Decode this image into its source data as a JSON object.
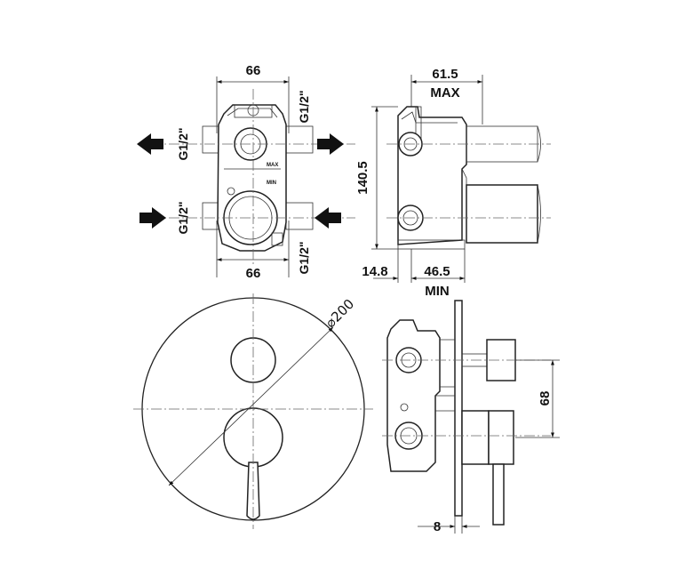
{
  "front_view": {
    "width_top": "66",
    "width_bottom": "66",
    "thread_top_left": "G1/2\"",
    "thread_top_right": "G1/2\"",
    "thread_bottom_left": "G1/2\"",
    "thread_bottom_right": "G1/2\"",
    "mark_max": "MAX",
    "mark_min": "MIN"
  },
  "side_view": {
    "depth_max_value": "61.5",
    "depth_max_label": "MAX",
    "height": "140.5",
    "offset": "14.8",
    "depth_min_value": "46.5",
    "depth_min_label": "MIN"
  },
  "plate_view": {
    "diameter": "⌀200"
  },
  "assembly_view": {
    "spacing": "68",
    "plate_thickness": "8"
  }
}
